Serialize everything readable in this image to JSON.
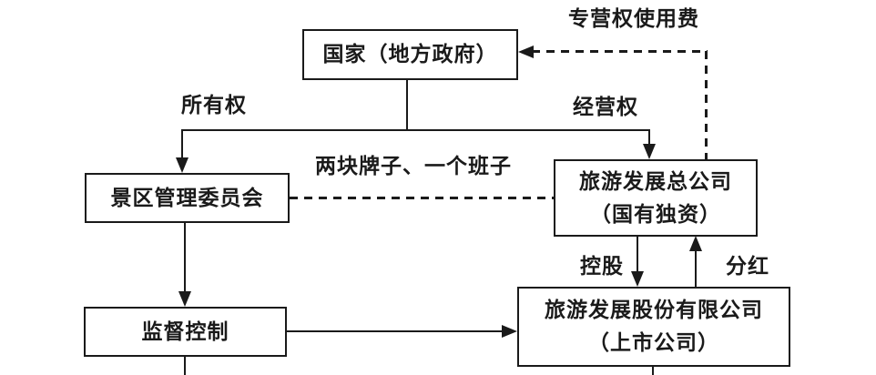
{
  "diagram": {
    "title": "scenic-area-governance-structure-flowchart",
    "nodes": {
      "state": {
        "label": "国家（地方政府）"
      },
      "committee": {
        "label": "景区管理委员会"
      },
      "corp": {
        "line1": "旅游发展总公司",
        "line2": "（国有独资）"
      },
      "supervise": {
        "label": "监督控制"
      },
      "listed": {
        "line1": "旅游发展股份有限公司",
        "line2": "（上市公司）"
      }
    },
    "edge_labels": {
      "franchise_fee": "专营权使用费",
      "ownership": "所有权",
      "operating_right": "经营权",
      "two_brands": "两块牌子、一个班子",
      "holding": "控股",
      "dividend": "分红"
    },
    "colors": {
      "line": "#1a1a1a",
      "text": "#1a1a1a",
      "background": "#ffffff"
    }
  }
}
